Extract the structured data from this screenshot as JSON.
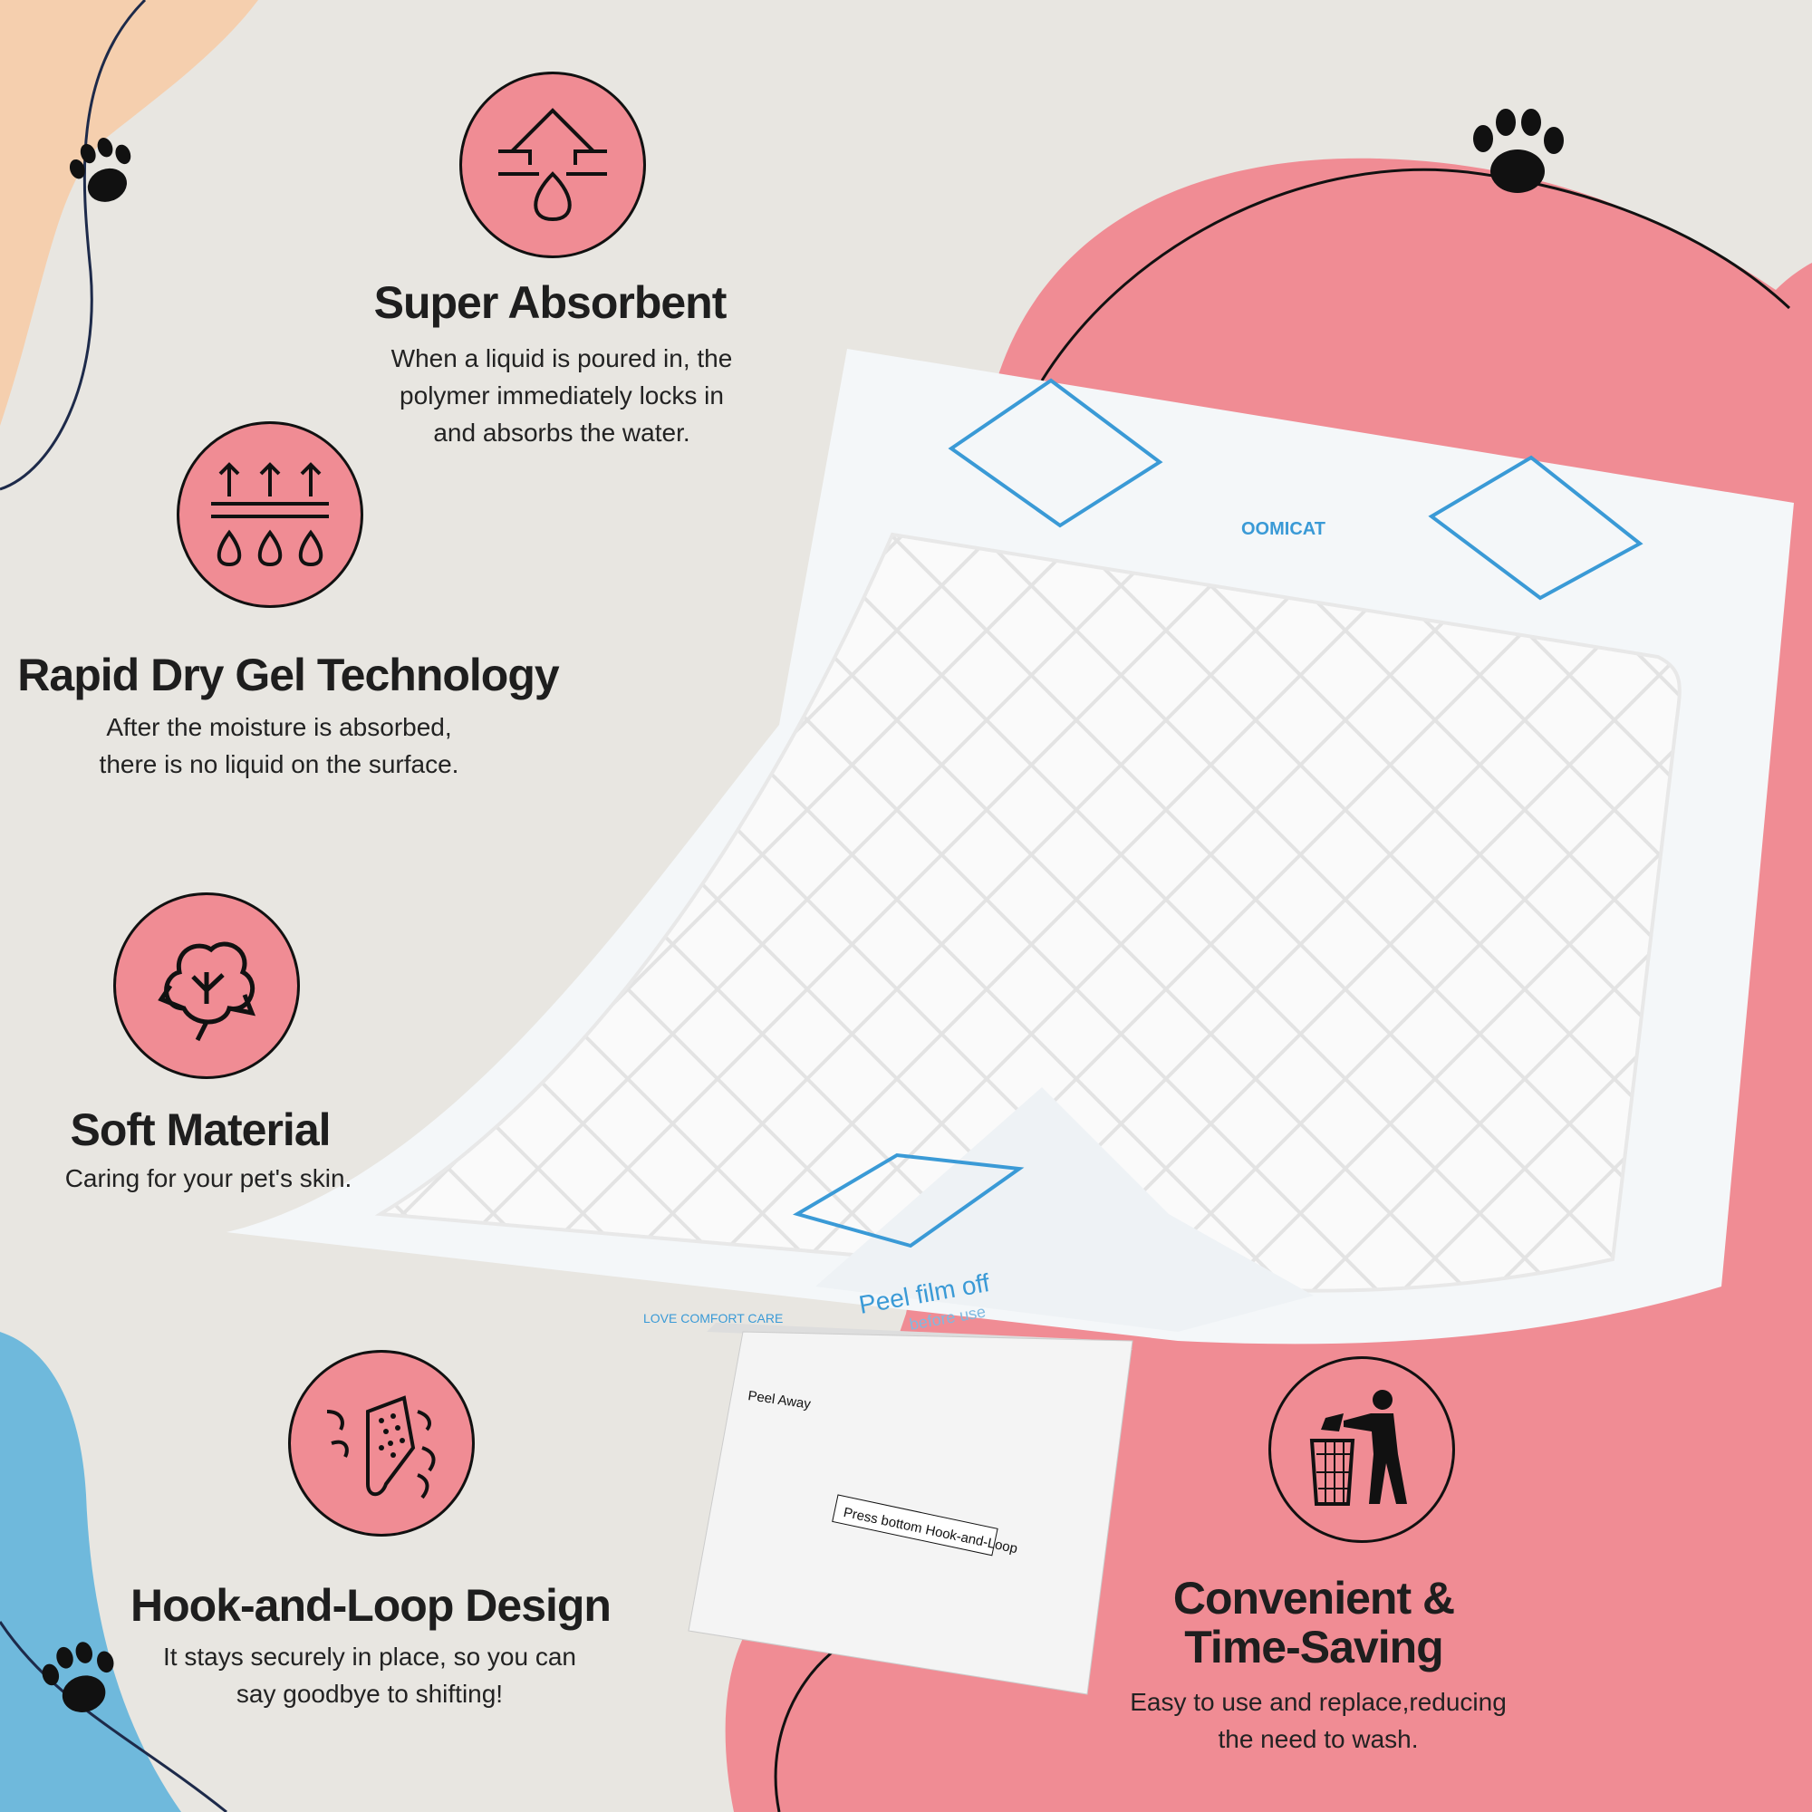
{
  "colors": {
    "background": "#e8e6e1",
    "pink": "#f08c94",
    "peach": "#f5cfae",
    "blue": "#6fb9dc",
    "pad_print": "#3a9ad6"
  },
  "features": [
    {
      "icon": "absorb-arrow-drop-icon",
      "title": "Super Absorbent",
      "lines": [
        "When a liquid is poured in, the",
        "polymer immediately locks in",
        "and absorbs the water."
      ]
    },
    {
      "icon": "rapid-dry-layers-icon",
      "title": "Rapid Dry Gel Technology",
      "lines": [
        "After the moisture is absorbed,",
        "there is no liquid on the surface."
      ]
    },
    {
      "icon": "cotton-icon",
      "title": "Soft Material",
      "lines": [
        "Caring for your pet's skin."
      ]
    },
    {
      "icon": "hook-loop-icon",
      "title": "Hook-and-Loop Design",
      "lines": [
        "It stays securely in place, so you can",
        "say goodbye to shifting!"
      ]
    },
    {
      "icon": "trash-disposal-icon",
      "title_lines": [
        "Convenient &",
        "Time-Saving"
      ],
      "lines": [
        "Easy to use and replace,reducing",
        "the need to wash."
      ]
    }
  ],
  "pad": {
    "brand": "OOMICAT",
    "peel_label": "Peel film off",
    "peel_sub": "before use",
    "care_label": "LOVE COMFORT CARE",
    "instr_peel": "Peel Away",
    "instr_press": "Press bottom Hook-and-Loop"
  }
}
